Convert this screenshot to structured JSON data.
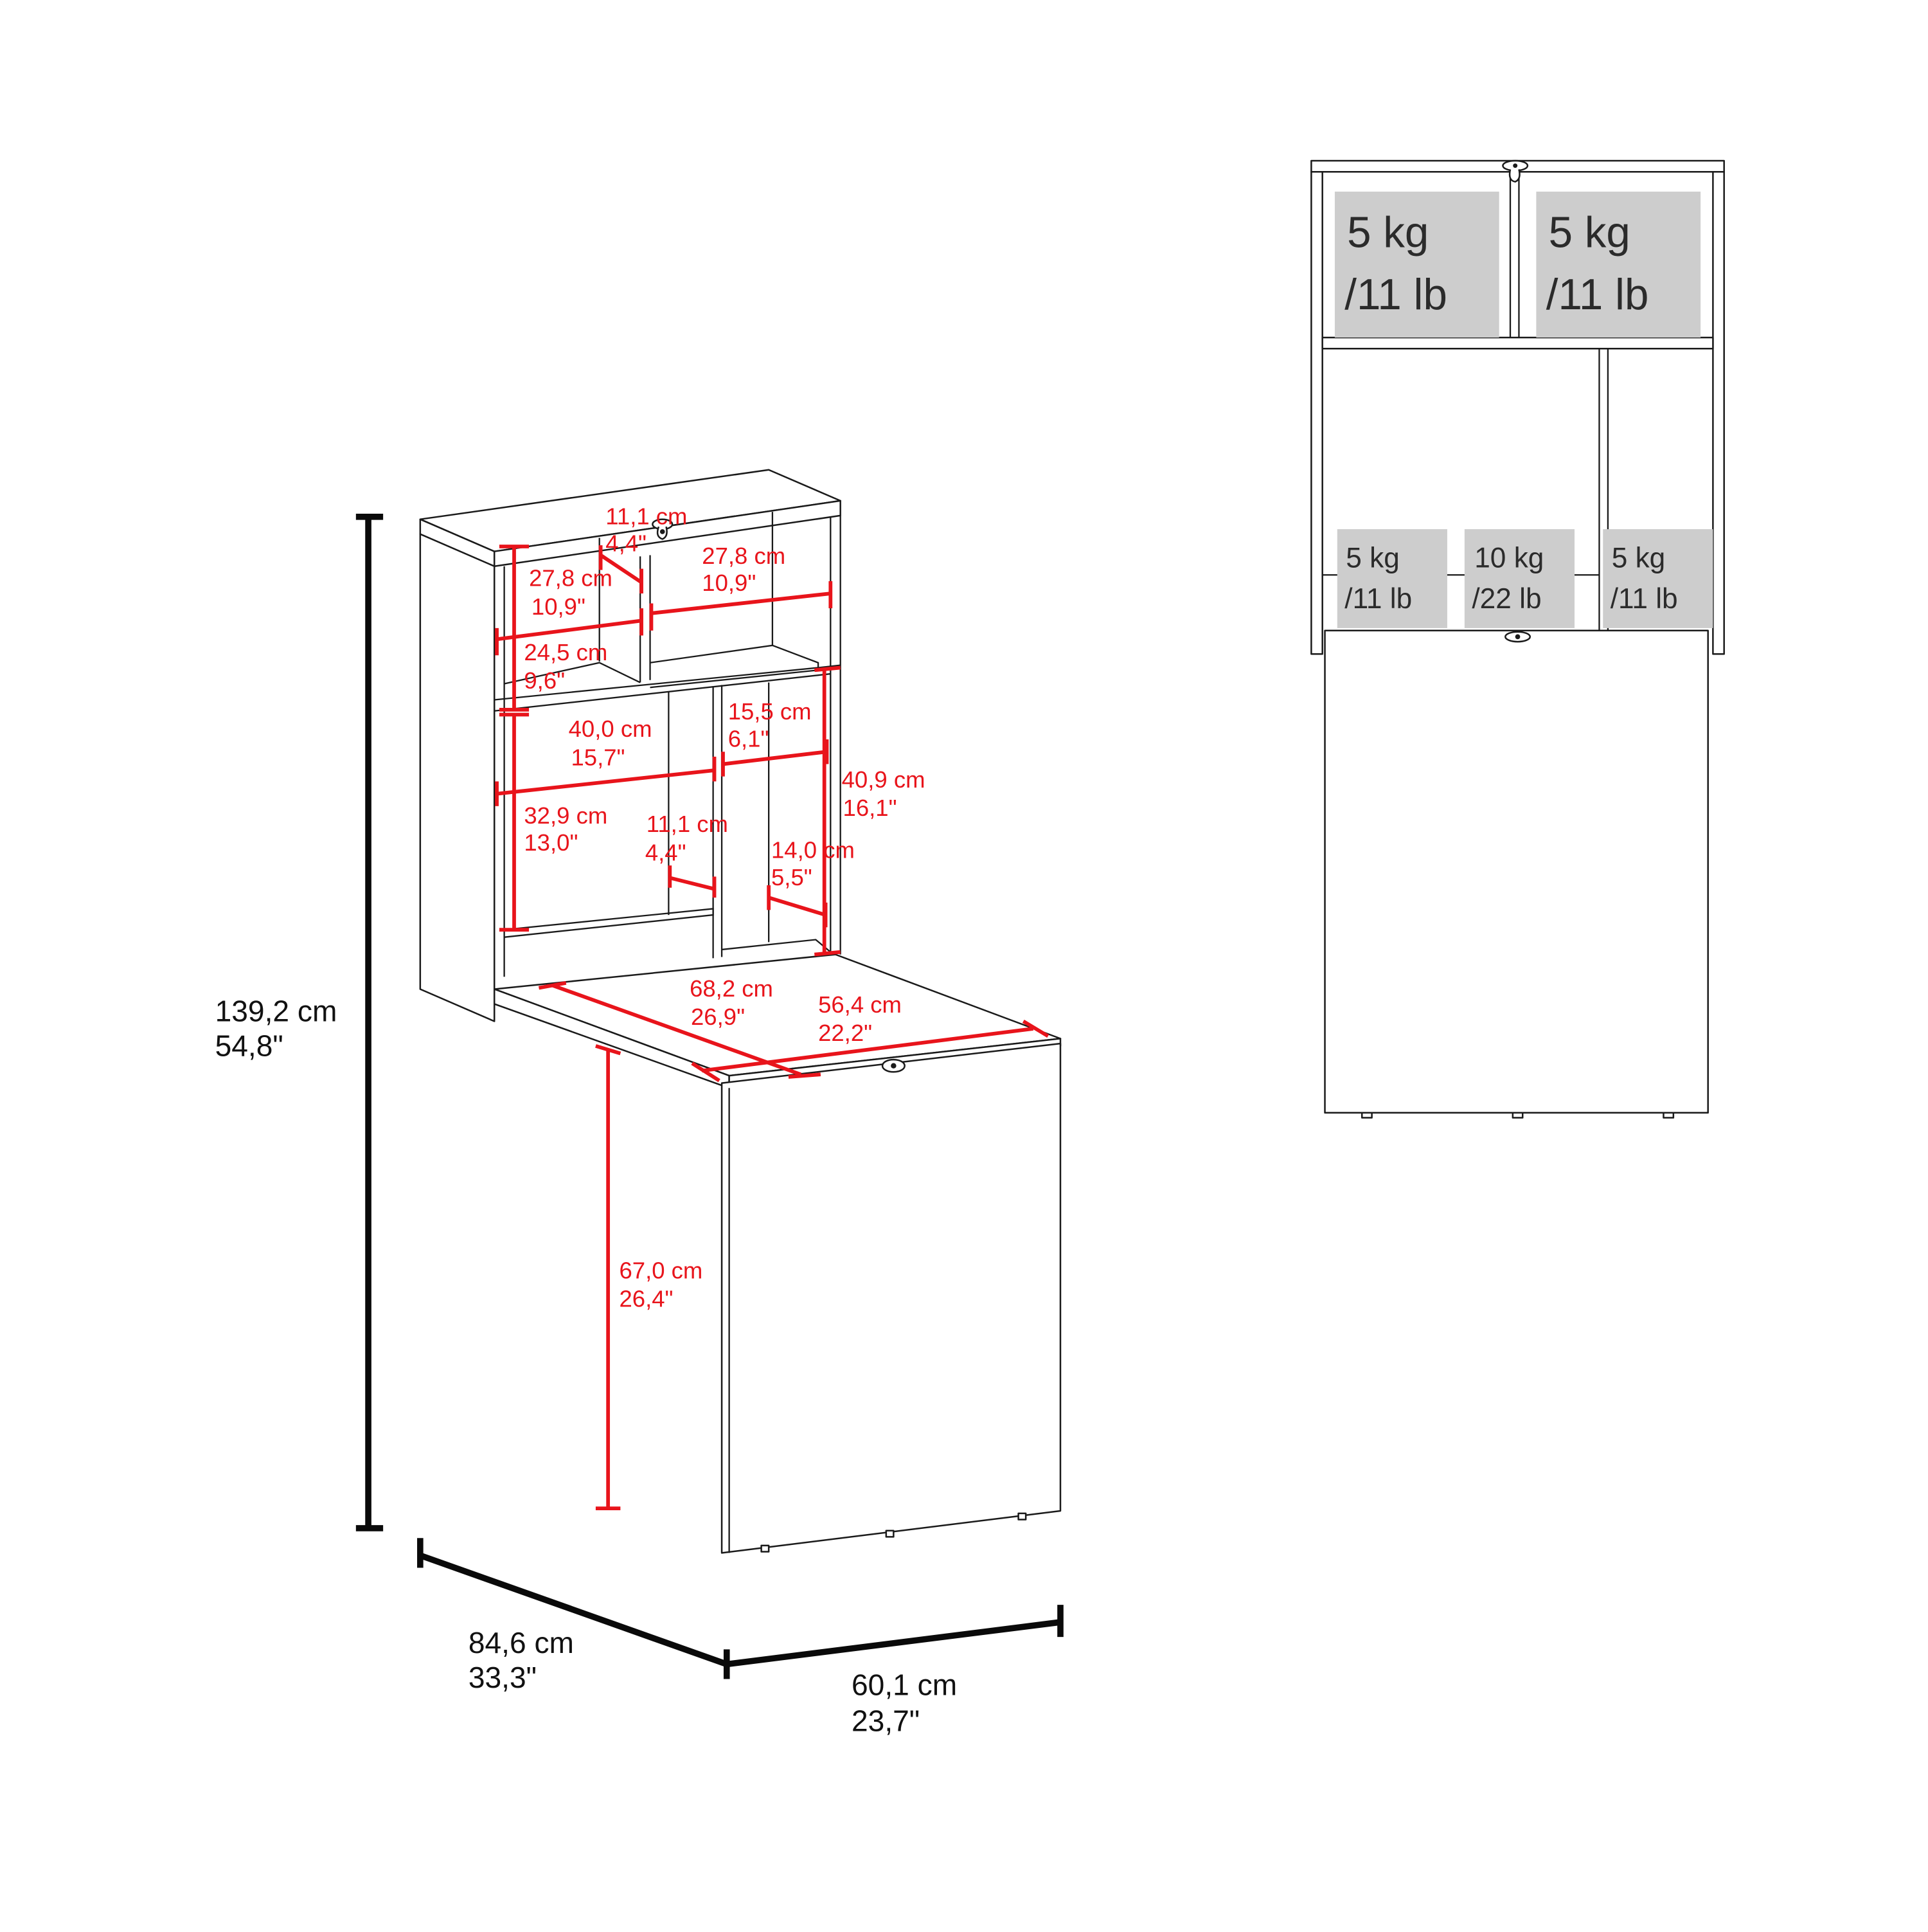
{
  "title": "Folding wall desk with hutch – dimension diagram",
  "colors": {
    "dimension_red": "#e8141b",
    "outline": "#1a1a1a",
    "weight_box": "#cdcdcd",
    "weight_text": "#2b2b2b"
  },
  "isometric_view": {
    "overall": {
      "height": {
        "cm": "139,2 cm",
        "in": "54,8\""
      },
      "depth": {
        "cm": "84,6 cm",
        "in": "33,3\""
      },
      "width": {
        "cm": "60,1 cm",
        "in": "23,7\""
      }
    },
    "hutch": {
      "top_divider_depth": {
        "cm": "11,1 cm",
        "in": "4,4\""
      },
      "upper_left_width": {
        "cm": "27,8 cm",
        "in": "10,9\""
      },
      "upper_right_width": {
        "cm": "27,8 cm",
        "in": "10,9\""
      },
      "upper_height": {
        "cm": "24,5 cm",
        "in": "9,6\""
      },
      "middle_left_width": {
        "cm": "40,0 cm",
        "in": "15,7\""
      },
      "middle_right_width": {
        "cm": "15,5 cm",
        "in": "6,1\""
      },
      "right_height": {
        "cm": "40,9 cm",
        "in": "16,1\""
      },
      "middle_height": {
        "cm": "32,9 cm",
        "in": "13,0\""
      },
      "middle_divider_depth": {
        "cm": "11,1 cm",
        "in": "4,4\""
      },
      "right_depth": {
        "cm": "14,0 cm",
        "in": "5,5\""
      }
    },
    "desk": {
      "surface_depth": {
        "cm": "68,2 cm",
        "in": "26,9\""
      },
      "surface_width": {
        "cm": "56,4 cm",
        "in": "22,2\""
      },
      "clearance_height": {
        "cm": "67,0 cm",
        "in": "26,4\""
      }
    }
  },
  "front_view": {
    "weight_limits": [
      {
        "id": "upper-left",
        "kg": "5 kg",
        "lb": "/11 lb"
      },
      {
        "id": "upper-right",
        "kg": "5 kg",
        "lb": "/11 lb"
      },
      {
        "id": "lower-left",
        "kg": "5 kg",
        "lb": "/11 lb"
      },
      {
        "id": "lower-middle",
        "kg": "10 kg",
        "lb": "/22 lb"
      },
      {
        "id": "lower-right",
        "kg": "5 kg",
        "lb": "/11 lb"
      }
    ]
  }
}
